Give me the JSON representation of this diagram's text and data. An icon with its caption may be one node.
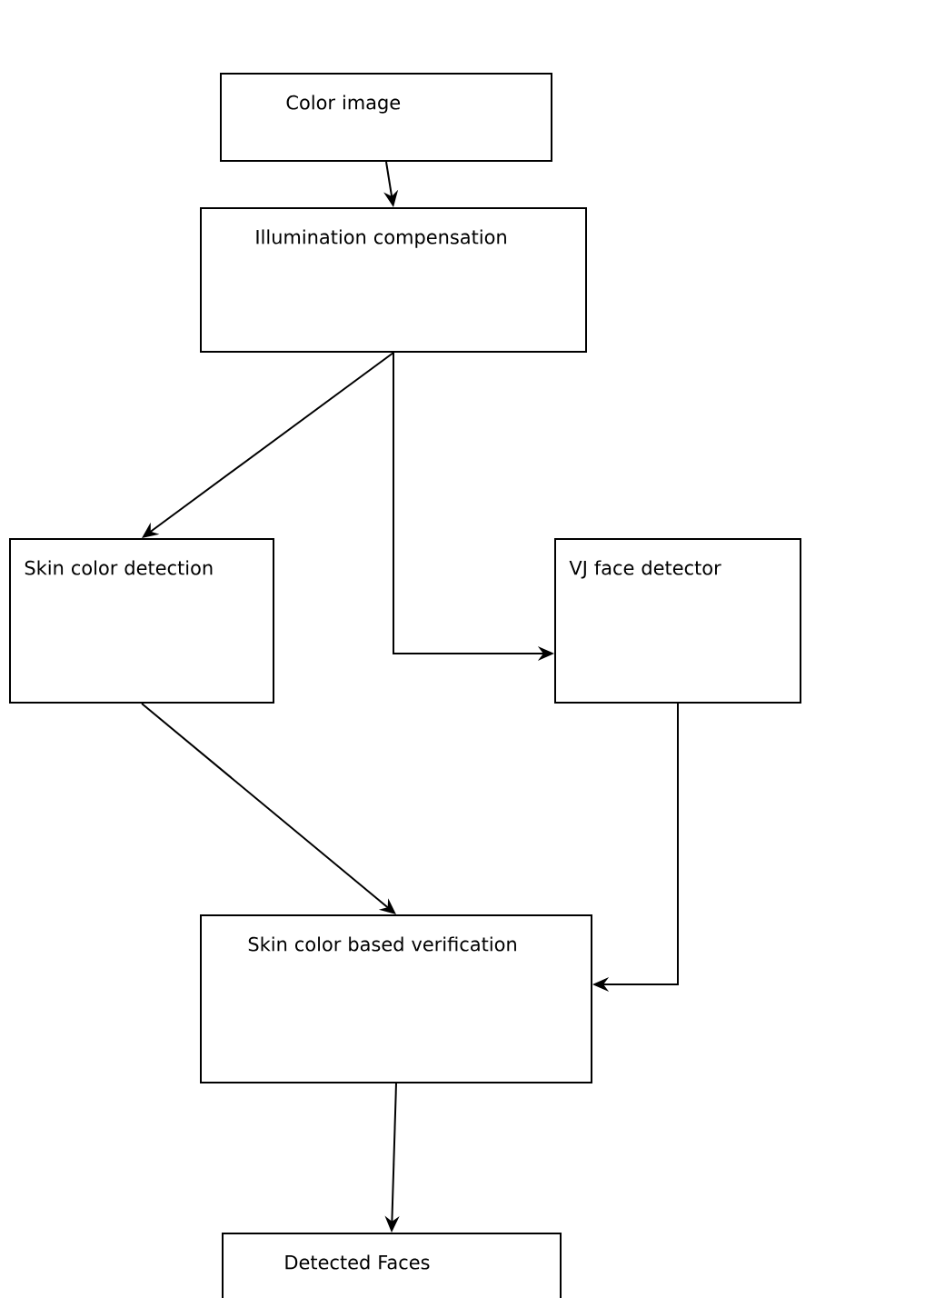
{
  "diagram": {
    "nodes": [
      {
        "text": [
          "Color image"
        ]
      },
      {
        "text": [
          "Illumination compensation"
        ]
      },
      {
        "text": [
          "Skin color detection"
        ]
      },
      {
        "text": [
          "VJ face detector"
        ]
      },
      {
        "text": [
          "Skin color based verification"
        ]
      },
      {
        "text": [
          "Detected Faces"
        ]
      }
    ],
    "edges": [
      {
        "from": 0,
        "to": 1,
        "arrow": "to"
      },
      {
        "from": 1,
        "to": 2,
        "arrow": "to"
      },
      {
        "from": 1,
        "to": 3,
        "arrow": "to"
      },
      {
        "from": 2,
        "to": 4,
        "arrow": "to"
      },
      {
        "from": 3,
        "to": 4,
        "arrow": "to"
      },
      {
        "from": 4,
        "to": 5,
        "arrow": "to"
      }
    ]
  }
}
